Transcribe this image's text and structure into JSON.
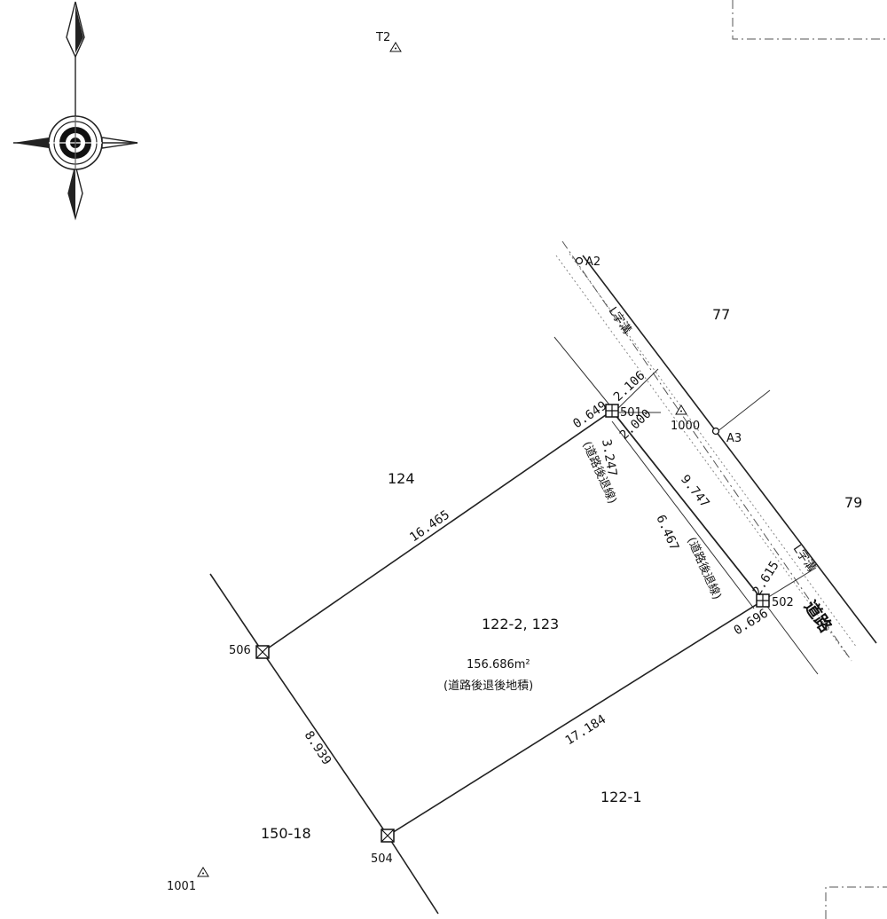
{
  "parcels": {
    "subject": "122-2, 123",
    "p124": "124",
    "p77": "77",
    "p79": "79",
    "p122_1": "122-1",
    "p150_18": "150-18"
  },
  "area": {
    "value": "156.686m²",
    "note": "(道路後退後地積)"
  },
  "points": {
    "t2": "T2",
    "a2": "A2",
    "a3": "A3",
    "p1000": "1000",
    "p1001": "1001",
    "p501": "501",
    "p502": "502",
    "p504": "504",
    "p506": "506"
  },
  "dimensions": {
    "d16465": "16.465",
    "d17184": "17.184",
    "d8939": "8.939",
    "d9747": "9.747",
    "d3247": "3.247",
    "d6467": "6.467",
    "d2106": "2.106",
    "d2000": "2.000",
    "d0649": "0.649",
    "d0696": "0.696",
    "d2615": "2.615"
  },
  "notes": {
    "setback_a": "(道路後退線)",
    "setback_b": "(道路後退線)",
    "gutter_a": "L字溝",
    "gutter_b": "L字溝",
    "road": "道路"
  },
  "icons": {
    "compass": "north-arrow-compass-icon",
    "triangle": "triangulation-point-icon",
    "boundary": "boundary-marker-icon"
  }
}
